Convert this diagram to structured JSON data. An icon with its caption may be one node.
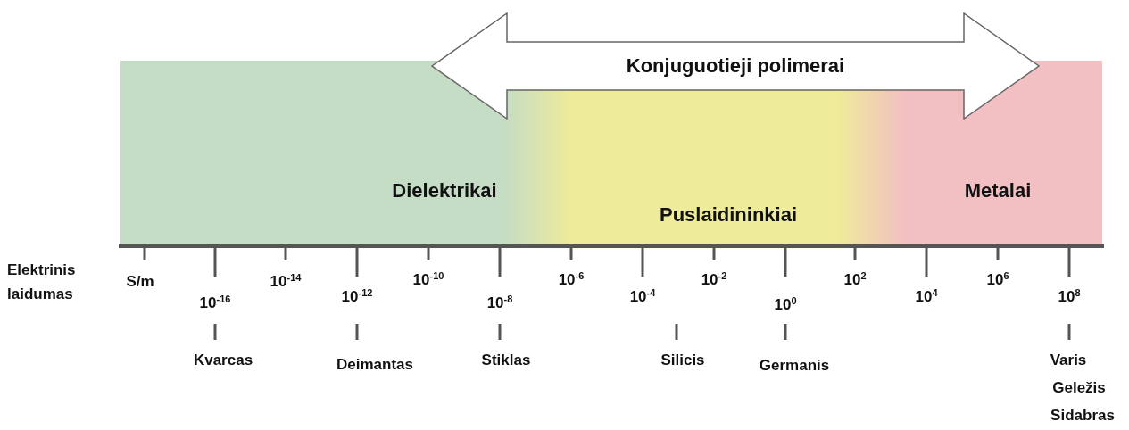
{
  "diagram": {
    "nodes": [
      {
        "text": [
          "Konjuguotieji polimerai"
        ]
      }
    ],
    "edges": [],
    "labels": [
      "Dielektrikai",
      "Puslaidininkiai",
      "Metalai",
      "Elektrinis laidumas",
      "S/m",
      "10$^{-16}$",
      "10$^{-14}$",
      "10$^{-12}$",
      "10$^{-10}$",
      "10$^{-8}$",
      "10$^{-6}$",
      "10$^{-4}$",
      "10$^{-2}$",
      "10$^{0}$",
      "10$^{2}$",
      "10$^{4}$",
      "10$^{6}$",
      "10$^{8}$",
      "Kvarcas",
      "Deimantas",
      "Stiklas",
      "Silicis",
      "Germanis",
      "Varis",
      "Geležis",
      "Sidabras"
    ]
  }
}
